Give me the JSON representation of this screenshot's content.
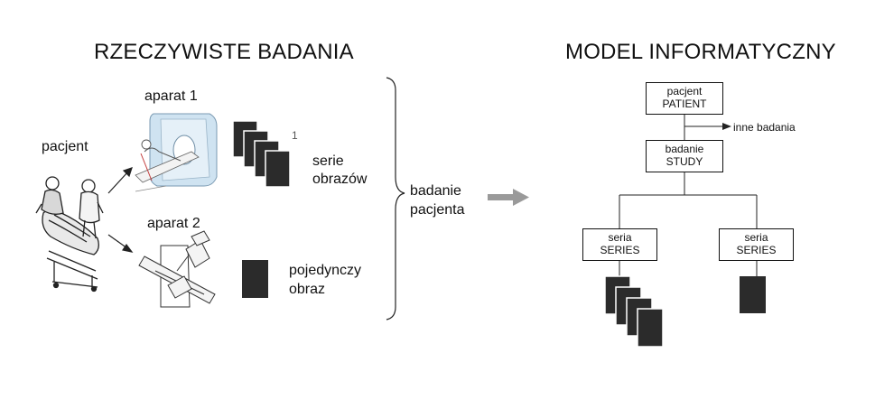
{
  "left": {
    "title": "RZECZYWISTE BADANIA",
    "patient_label": "pacjent",
    "device1_label": "aparat 1",
    "device2_label": "aparat 2",
    "series_count_label": "1",
    "series_label_line1": "serie",
    "series_label_line2": "obrazów",
    "single_label_line1": "pojedynczy",
    "single_label_line2": "obraz",
    "exam_label_line1": "badanie",
    "exam_label_line2": "pacjenta"
  },
  "right": {
    "title": "MODEL INFORMATYCZNY",
    "patient_node": {
      "line1": "pacjent",
      "line2": "PATIENT"
    },
    "other_exams_label": "inne badania",
    "study_node": {
      "line1": "badanie",
      "line2": "STUDY"
    },
    "series_node_left": {
      "line1": "seria",
      "line2": "SERIES"
    },
    "series_node_right": {
      "line1": "seria",
      "line2": "SERIES"
    }
  },
  "colors": {
    "ink": "#111111",
    "dark_image": "#2b2b2b",
    "arrow_gray": "#9a9a9a",
    "scanner_blue": "#cfe3f1"
  },
  "icons": [
    "patient-on-stretcher-icon",
    "ct-scanner-icon",
    "xray-device-icon"
  ]
}
